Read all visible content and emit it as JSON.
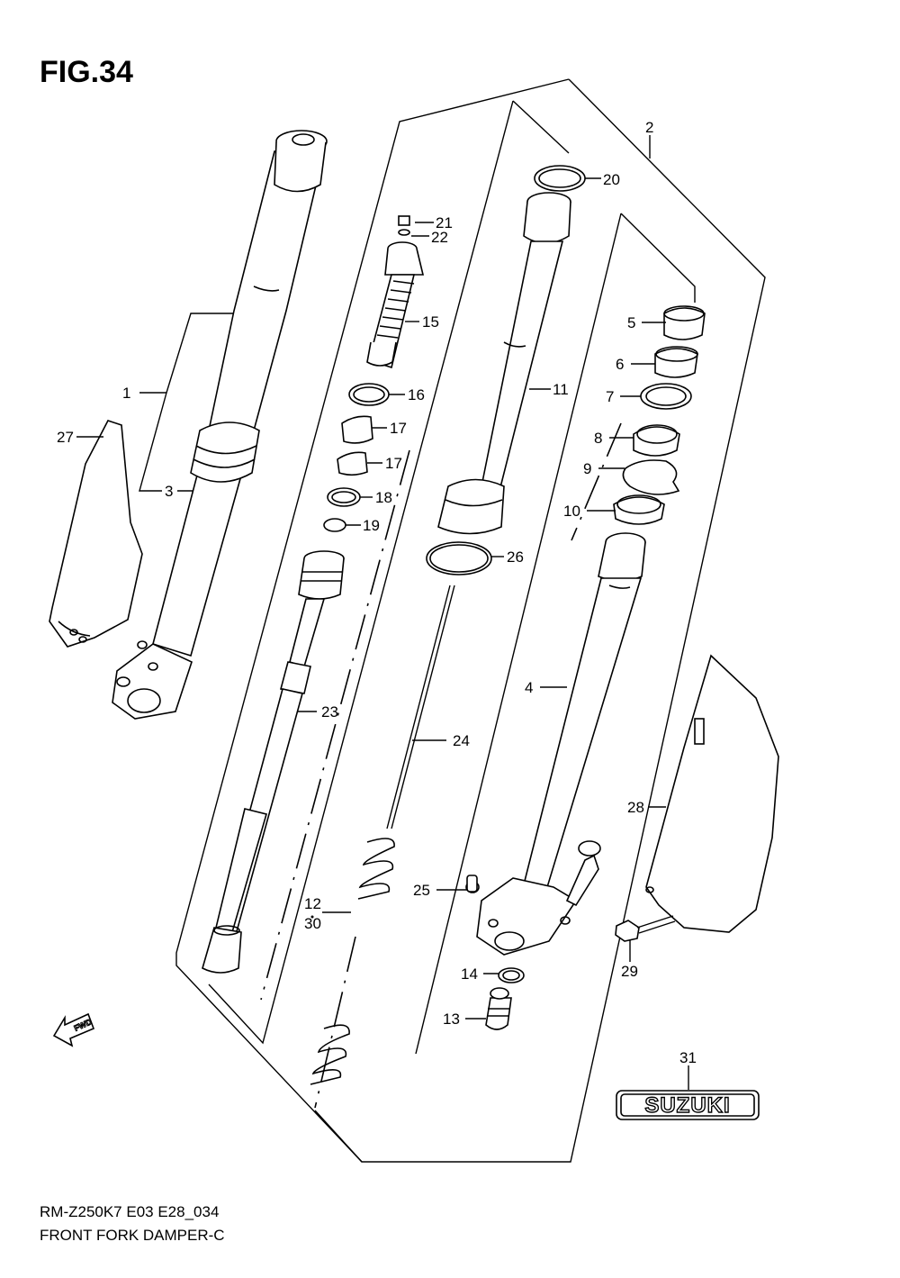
{
  "figure": {
    "title": "FIG.34",
    "model_code": "RM-Z250K7 E03 E28_034",
    "caption": "FRONT FORK DAMPER-C"
  },
  "fwd_label": "FWD",
  "brand_label": "SUZUKI",
  "callouts": {
    "c1": "1",
    "c2": "2",
    "c3": "3",
    "c4": "4",
    "c5": "5",
    "c6": "6",
    "c7": "7",
    "c8": "8",
    "c9": "9",
    "c10": "10",
    "c11": "11",
    "c12": "12",
    "c13": "13",
    "c14": "14",
    "c15": "15",
    "c16": "16",
    "c17a": "17",
    "c17b": "17",
    "c18": "18",
    "c19": "19",
    "c20": "20",
    "c21": "21",
    "c22": "22",
    "c23": "23",
    "c24": "24",
    "c25": "25",
    "c26": "26",
    "c27": "27",
    "c28": "28",
    "c29": "29",
    "c30": "30",
    "c31": "31"
  }
}
